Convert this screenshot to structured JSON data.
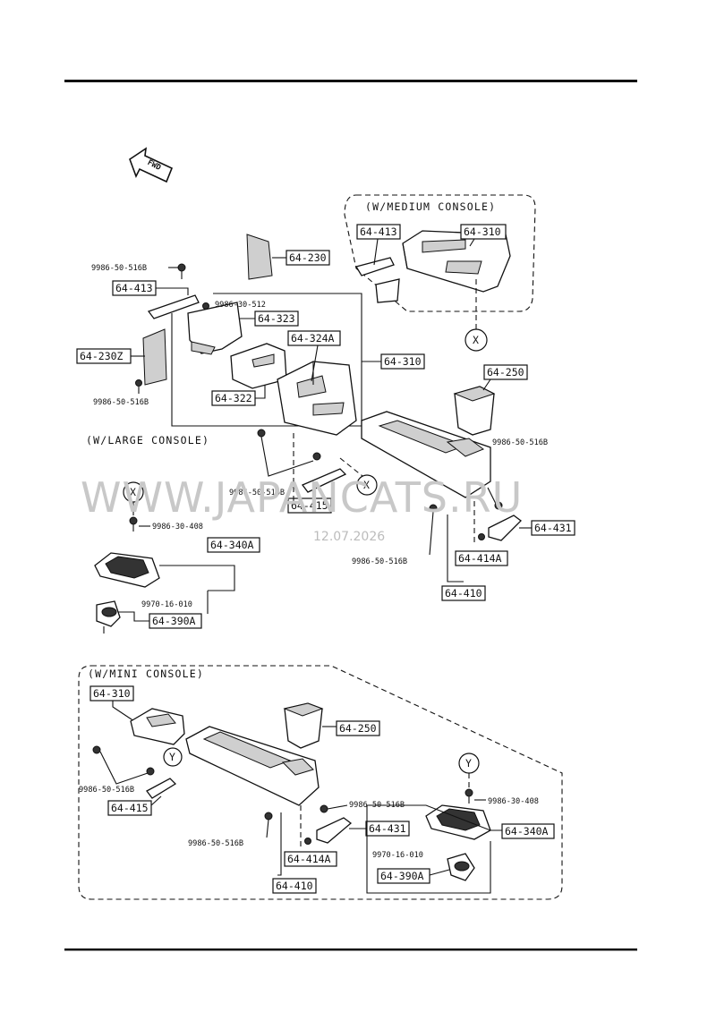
{
  "sections": {
    "medium": "(W/MEDIUM CONSOLE)",
    "large": "(W/LARGE CONSOLE)",
    "mini": "(W/MINI CONSOLE)"
  },
  "fwd_label": "FWD",
  "watermark": "WWW.JAPANCATS.RU",
  "date": "12.07.2026",
  "refs": {
    "x": "X",
    "y": "Y"
  },
  "labels": {
    "p64_413_med": "64-413",
    "p64_310_med": "64-310",
    "p64_230": "64-230",
    "p64_413": "64-413",
    "p64_323": "64-323",
    "p64_230z": "64-230Z",
    "p64_324a": "64-324A",
    "p64_310": "64-310",
    "p64_322": "64-322",
    "p64_250": "64-250",
    "p64_415": "64-415",
    "p64_340a": "64-340A",
    "p64_390a": "64-390A",
    "p64_431": "64-431",
    "p64_414a": "64-414A",
    "p64_410": "64-410",
    "m64_310": "64-310",
    "m64_250": "64-250",
    "m64_415": "64-415",
    "m64_431": "64-431",
    "m64_340a": "64-340A",
    "m64_414a": "64-414A",
    "m64_410": "64-410",
    "m64_390a": "64-390A"
  },
  "codes": {
    "c1": "9986-50-516B",
    "c2": "9986-30-512",
    "c3": "9986-50-516B",
    "c4": "9986-50-516B",
    "c5": "9986-50-516B",
    "c6": "9986-30-408",
    "c7": "9970-16-010",
    "c8": "9986-50-516B",
    "m1": "9986-50-516B",
    "m2": "9986-50-516B",
    "m3": "9986-50-516B",
    "m4": "9986-30-408",
    "m5": "9970-16-010"
  }
}
